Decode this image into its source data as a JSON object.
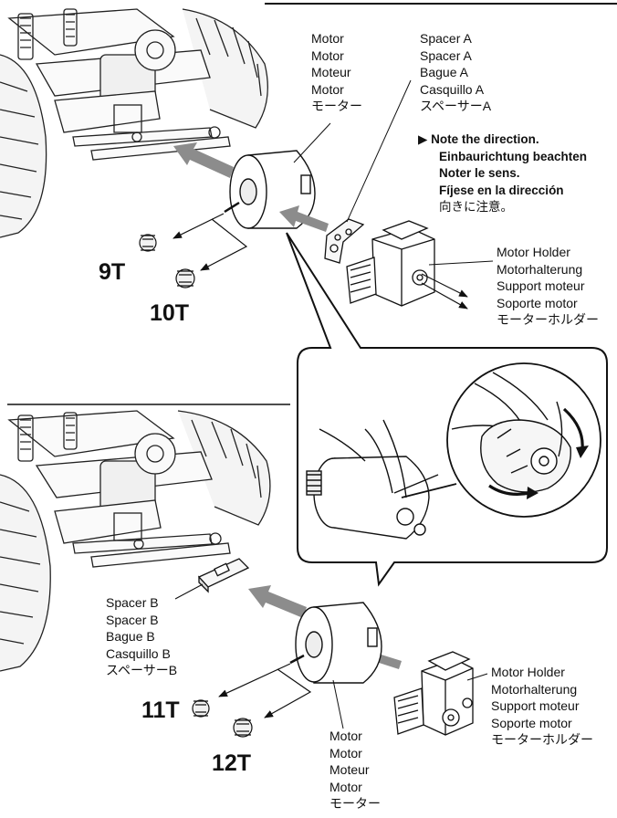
{
  "top": {
    "motor_label": [
      "Motor",
      "Motor",
      "Moteur",
      "Motor",
      "モーター"
    ],
    "spacer_label": [
      "Spacer A",
      "Spacer A",
      "Bague  A",
      "Casquillo A",
      "スペーサーA"
    ],
    "note": {
      "marker": "▶",
      "lines": [
        "Note the direction.",
        "Einbaurichtung beachten",
        "Noter le sens.",
        "Fíjese en la dirección"
      ],
      "jp": "向きに注意。"
    },
    "holder_label": [
      "Motor Holder",
      "Motorhalterung",
      "Support moteur",
      "Soporte motor",
      "モーターホルダー"
    ],
    "pinion_small": "9T",
    "pinion_large": "10T"
  },
  "bottom": {
    "spacer_label": [
      "Spacer B",
      "Spacer B",
      "Bague  B",
      "Casquillo B",
      "スペーサーB"
    ],
    "holder_label": [
      "Motor Holder",
      "Motorhalterung",
      "Support moteur",
      "Soporte motor",
      "モーターホルダー"
    ],
    "motor_label": [
      "Motor",
      "Motor",
      "Moteur",
      "Motor",
      "モーター"
    ],
    "pinion_small": "11T",
    "pinion_large": "12T"
  }
}
